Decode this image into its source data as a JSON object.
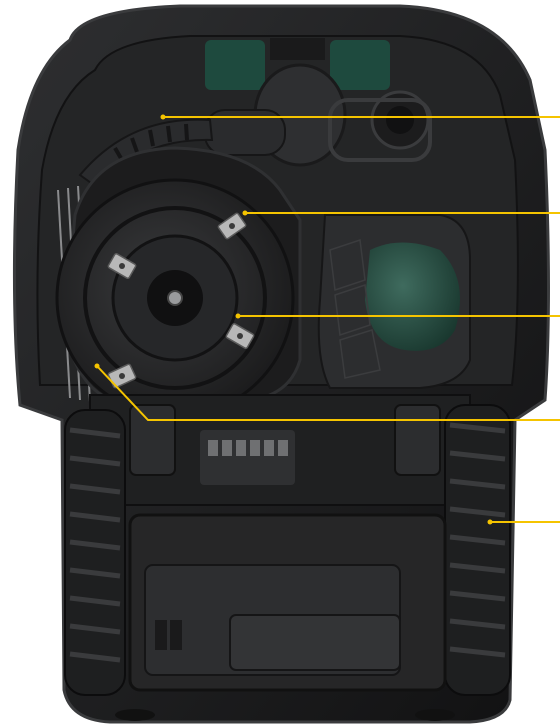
{
  "colors": {
    "background": "#ffffff",
    "shell": "#1b1b1c",
    "shell_edge": "#3a3b3d",
    "cavity": "#242526",
    "cutting_disc": "#2b2c2e",
    "hub": "#101011",
    "blade": "#b8b8b8",
    "battery_cover": "#262627",
    "wheel": "#1e1f20",
    "green_part": "#1e4a3e",
    "callout_line": "#f5c400"
  },
  "callouts": [
    {
      "id": "callout-1"
    },
    {
      "id": "callout-2"
    },
    {
      "id": "callout-3"
    },
    {
      "id": "callout-4"
    },
    {
      "id": "callout-5"
    }
  ]
}
